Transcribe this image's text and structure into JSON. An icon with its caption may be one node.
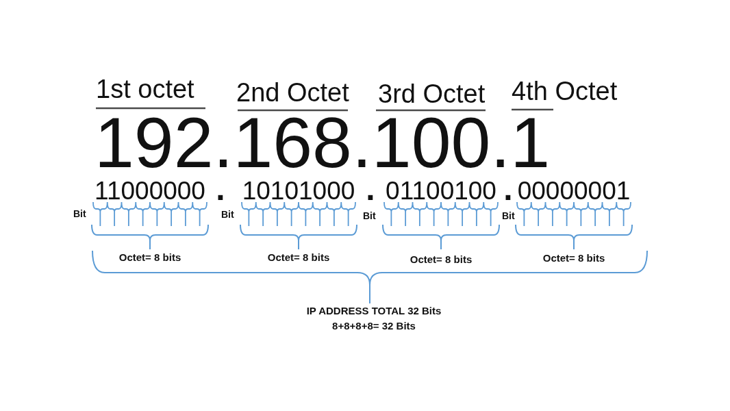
{
  "diagram": {
    "labels": [
      "1st octet",
      "2nd Octet",
      "3rd Octet",
      "4th Octet",
      "192.168.100.1",
      "11000000",
      ".",
      "10101000",
      ".",
      "01100100",
      ".",
      "00000001",
      "Bit",
      "Bit",
      "Bit",
      "Bit",
      "Octet= 8 bits",
      "Octet= 8 bits",
      "Octet= 8 bits",
      "Octet= 8 bits",
      "IP ADDRESS TOTAL 32 Bits",
      "8+8+8+8= 32 Bits"
    ]
  }
}
